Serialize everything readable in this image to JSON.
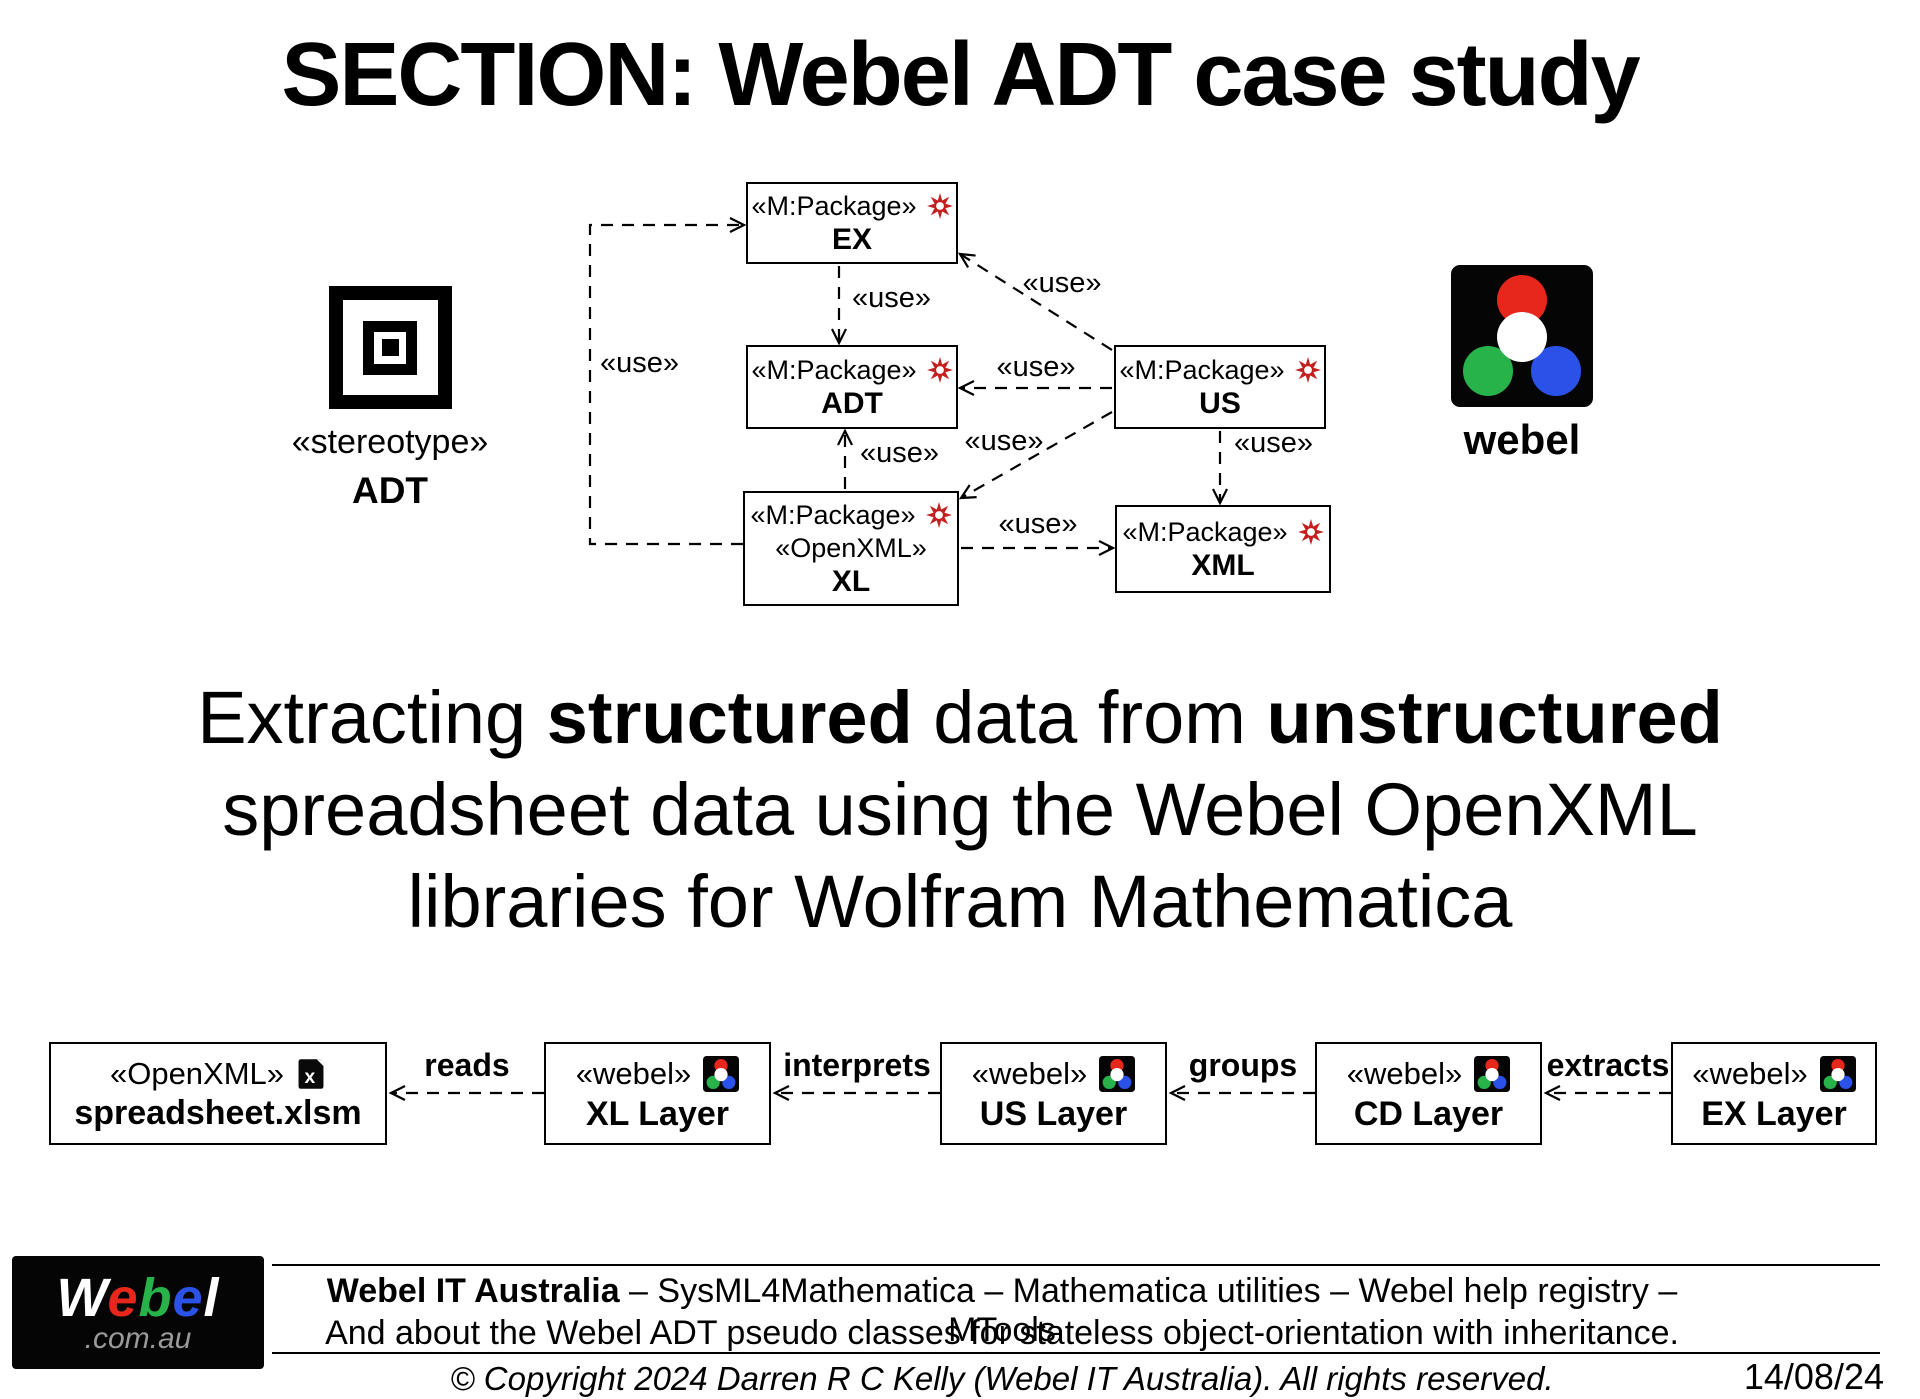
{
  "slide": {
    "title": "SECTION: Webel ADT case study",
    "date": "14/08/24"
  },
  "adt_stereotype": {
    "keyword": "«stereotype»",
    "name": "ADT"
  },
  "webel_logo": {
    "label": "webel"
  },
  "diagram": {
    "use_label": "«use»",
    "packages": {
      "ex": {
        "stereotype": "«M:Package»",
        "name": "EX"
      },
      "adt": {
        "stereotype": "«M:Package»",
        "name": "ADT"
      },
      "us": {
        "stereotype": "«M:Package»",
        "name": "US"
      },
      "xl": {
        "stereotype": "«M:Package»",
        "stereotype2": "«OpenXML»",
        "name": "XL"
      },
      "xml": {
        "stereotype": "«M:Package»",
        "name": "XML"
      }
    }
  },
  "tagline": {
    "seg1": "Extracting ",
    "seg2": "structured",
    "seg3": " data from ",
    "seg4": "unstructured",
    "line2": "spreadsheet data using the Webel OpenXML",
    "line3": "libraries for Wolfram Mathematica"
  },
  "pipeline": {
    "boxes": [
      {
        "stereotype": "«OpenXML»",
        "name": "spreadsheet.xlsm",
        "icon": "excel-file-icon"
      },
      {
        "stereotype": "«webel»",
        "name": "XL Layer",
        "icon": "webel-dots-icon"
      },
      {
        "stereotype": "«webel»",
        "name": "US Layer",
        "icon": "webel-dots-icon"
      },
      {
        "stereotype": "«webel»",
        "name": "CD Layer",
        "icon": "webel-dots-icon"
      },
      {
        "stereotype": "«webel»",
        "name": "EX Layer",
        "icon": "webel-dots-icon"
      }
    ],
    "links": [
      "reads",
      "interprets",
      "groups",
      "extracts"
    ]
  },
  "footer": {
    "line1_bold": "Webel IT Australia",
    "line1_rest": " – SysML4Mathematica – Mathematica utilities – Webel help registry – MTools",
    "line2": "And about the Webel ADT pseudo classes for stateless object-orientation with inheritance.",
    "copyright": "© Copyright 2024 Darren R C Kelly (Webel IT Australia). All rights reserved.",
    "logo": {
      "letters": [
        "W",
        "e",
        "b",
        "e",
        "l"
      ],
      "domain": ".com.au"
    }
  },
  "icons": {
    "package_badge": "mathematica-rosette-icon",
    "spreadsheet": "excel-file-icon",
    "webel": "webel-dots-icon",
    "excel_glyph": "x"
  },
  "colors": {
    "red": "#e8271c",
    "green": "#27b24a",
    "blue": "#2a52e8",
    "white": "#ffffff",
    "black": "#000000",
    "gray": "#9a9a9a"
  }
}
